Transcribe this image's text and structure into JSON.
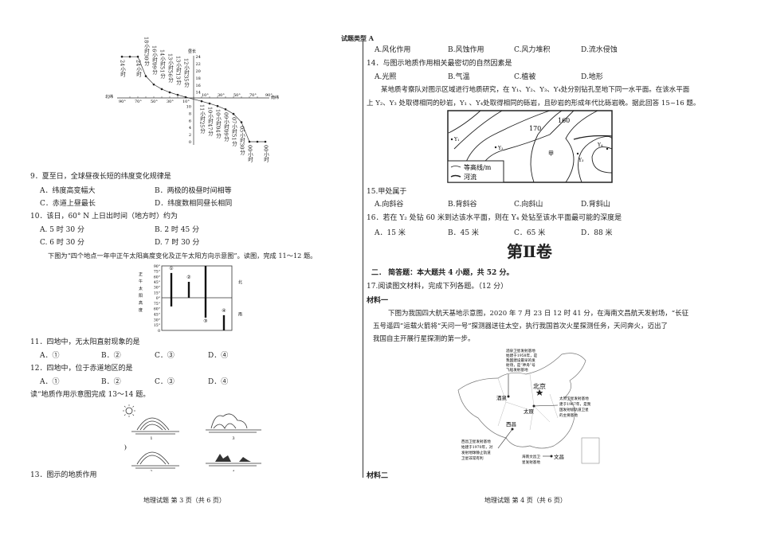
{
  "header": {
    "type_label": "试题类型 A"
  },
  "left": {
    "daylength_chart": {
      "ylabel": "昼长",
      "left_axis_label": "北纬",
      "right_axis_label": "南纬",
      "y_ticks": [
        "24",
        "22",
        "20",
        "18",
        "16",
        "14",
        "12",
        "10",
        "8",
        "6",
        "4",
        "2",
        "0"
      ],
      "x_ticks_north": [
        "90°",
        "70°",
        "50°",
        "30°",
        "10°"
      ],
      "x_ticks_south": [
        "10°",
        "30°",
        "50°",
        "70°",
        "90°"
      ],
      "points": [
        {
          "lat": -90,
          "hours": 24,
          "label": "24小时"
        },
        {
          "lat": -80,
          "hours": 24,
          "label": ""
        },
        {
          "lat": -70,
          "hours": 24,
          "label": "24小时"
        },
        {
          "lat": -60,
          "hours": 18.5,
          "label": "18小时30分"
        },
        {
          "lat": -50,
          "hours": 16.15,
          "label": "16小时09分"
        },
        {
          "lat": -40,
          "hours": 14.85,
          "label": "14小时51分"
        },
        {
          "lat": -30,
          "hours": 13.93,
          "label": "13小时56分"
        },
        {
          "lat": -20,
          "hours": 13.22,
          "label": "13小时13分"
        },
        {
          "lat": -10,
          "hours": 12.58,
          "label": "12小时35分"
        },
        {
          "lat": 10,
          "hours": 11.42,
          "label": "11小时25分"
        },
        {
          "lat": 20,
          "hours": 10.78,
          "label": "10小时47分"
        },
        {
          "lat": 30,
          "hours": 10.07,
          "label": "10小时04分"
        },
        {
          "lat": 40,
          "hours": 9.15,
          "label": "09小时09分"
        },
        {
          "lat": 50,
          "hours": 7.85,
          "label": "07小时51分"
        },
        {
          "lat": 60,
          "hours": 5.5,
          "label": "05小时30分"
        },
        {
          "lat": 70,
          "hours": 0,
          "label": "00小时"
        },
        {
          "lat": 80,
          "hours": 0,
          "label": ""
        },
        {
          "lat": 90,
          "hours": 0,
          "label": "00小时"
        }
      ]
    },
    "q9": {
      "stem": "9．夏至日，全球昼夜长短的纬度变化规律是",
      "a": "A．纬度高变幅大",
      "b": "B．两极的极昼时间相等",
      "c": "C．赤道上昼最长",
      "d": "D．纬度数相同昼长相同"
    },
    "q10": {
      "stem": "10．该日，60° N 上日出时间（地方时）约为",
      "a": "A. 5 时 30 分",
      "b": "B. 2 时 45 分",
      "c": "C. 6 时 30 分",
      "d": "D. 7 时 30 分"
    },
    "intro_11_12": "下图为“四个地点一年中正午太阳高度变化及正午太阳方向示意图”。读图，完成 11～12 题。",
    "sun_chart": {
      "ylabel": "正午太阳高度",
      "y_ticks": [
        "0°",
        "15°",
        "30°",
        "45°",
        "60°",
        "75°",
        "90°",
        "75°",
        "60°",
        "45°",
        "30°",
        "15°",
        "0"
      ],
      "north_label": "北",
      "south_label": "南",
      "bars": [
        {
          "label": "①",
          "from_north": 70,
          "to_south": 66
        },
        {
          "label": "②",
          "from_north": 45,
          "to_south": 90
        },
        {
          "label": "③",
          "from_north": 90,
          "to_south": 35
        },
        {
          "label": "④",
          "from_north": null,
          "from_south": 42,
          "to_south": 0
        }
      ]
    },
    "q11": {
      "stem": "11．四地中，无太阳直射现象的是",
      "a": "A．①",
      "b": "B．②",
      "c": "C．③",
      "d": "D．④"
    },
    "q12": {
      "stem": "12．四地中，位于赤道地区的是",
      "a": "A．①",
      "b": "B．②",
      "c": "C．③",
      "d": "D．④"
    },
    "intro_13_14": "读“地质作用示意图完成 13～14 题。",
    "geo_figure": {
      "labels": [
        "1",
        "2",
        "3",
        "4"
      ],
      "icons": [
        "sun-icon",
        "moon-icon"
      ]
    },
    "q13": {
      "stem": "13．图示的地质作用"
    },
    "footer": "地理试题  第 3 页（共 6 页）"
  },
  "right": {
    "q13_options": {
      "a": "A.风化作用",
      "b": "B.风蚀作用",
      "c": "C.风力堆积",
      "d": "D.流水侵蚀"
    },
    "q14": {
      "stem": "14．与图示地质作用相关最密切的自然因素是",
      "a": "A.光照",
      "b": "B.气温",
      "c": "C.植被",
      "d": "D.地形"
    },
    "intro_15_16_line1": "某地质考察队对图示区域进行地质研究，在 Y₁、Y₂、Y₃、Y₄处分别钻孔至地下同一水平面。在该水平面",
    "intro_15_16_line2": "上 Y₂、Y₃ 处取得相同的砂岩，Y₁ 、Y₄处取得相同的砾岩，且砂岩的形成年代比砾岩晚。据此回答 15~16 题。",
    "contour_map": {
      "contours": [
        "170",
        "160"
      ],
      "points": [
        "Y₁",
        "Y₂",
        "Y₃",
        "Y₄"
      ],
      "region": "甲",
      "legend": [
        "等高线/m",
        "河流"
      ]
    },
    "q15": {
      "stem": "15.甲处属于",
      "a": "A.向斜谷",
      "b": "B.背斜谷",
      "c": "C.向斜山",
      "d": "D.背斜山"
    },
    "q16": {
      "stem": "16．若在 Y₂ 处钻 60 米到达该水平面，则在 Y₄ 处钻至该水平面最可能的深度是",
      "a": "A．15 米",
      "b": "B．45 米",
      "c": "C．65 米",
      "d": "D．88 米"
    },
    "volume_title": "第Ⅱ卷",
    "section2": "二．  简答题：本大题共 4 小题，共 52 分。",
    "q17": "17.阅读图文材料，完成下列各题。（12 分）",
    "material1_title": "材料一",
    "material1_line1": "下图为我国四大航天基地示意图，2020 年 7 月 23 日 12 时 41 分，在海南文昌航天发射场，“长征",
    "material1_line2": "五号遥四”运载火箭将“天问一号”探测器送往太空，执行我国首次火星探测任务，天问奔火，迈出了",
    "material1_line3": "我国自主开展行星探测的第一步。",
    "china_map": {
      "cities": [
        "酒泉",
        "北京",
        "太原",
        "西昌",
        "文昌"
      ],
      "notes": {
        "jiuquan": [
          "酒泉卫星发射基地",
          "始建于1958年，是",
          "我国建设最早的发",
          "射场，是“神舟”号",
          "飞船发射基地"
        ],
        "taiyuan": [
          "太原卫星发射基地",
          "建于1967年，是我",
          "国发射极轨道卫星",
          "的主要基地"
        ],
        "xichang": [
          "西昌卫星发射基地",
          "始建于1970年，对",
          "发射地球静止轨道",
          "卫星非常有利"
        ],
        "wenchang": [
          "海南文昌卫",
          "星发射基地"
        ]
      }
    },
    "material2_title": "材料二",
    "footer": "地理试题  第 4 页（共 6 页）"
  }
}
